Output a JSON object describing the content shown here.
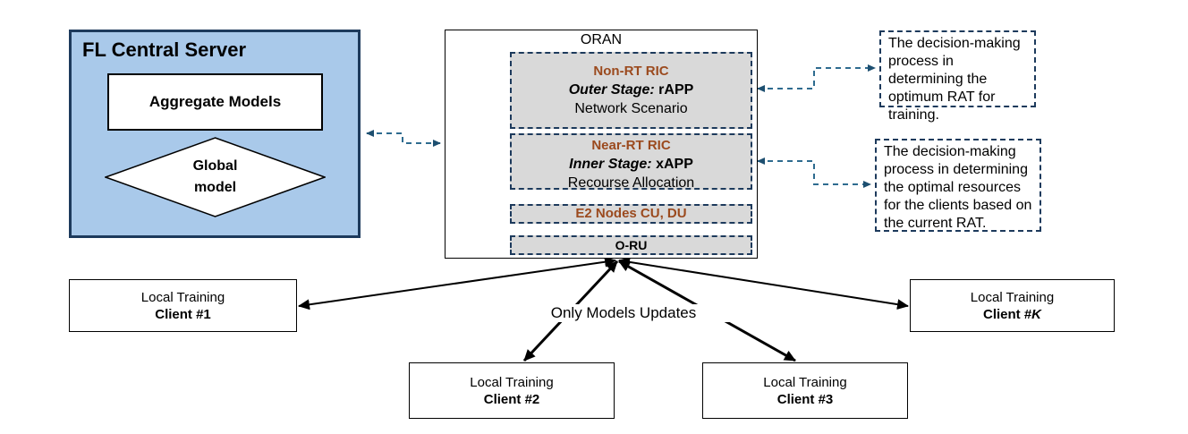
{
  "server": {
    "title": "FL Central Server",
    "aggregate": "Aggregate Models",
    "global_line1": "Global",
    "global_line2": "model"
  },
  "oran": {
    "title": "ORAN",
    "non_rt": {
      "name": "Non-RT RIC",
      "stage_label": "Outer Stage:",
      "app": "rAPP",
      "desc": "Network Scenario"
    },
    "near_rt": {
      "name": "Near-RT RIC",
      "stage_label": "Inner Stage:",
      "app": "xAPP",
      "desc": "Recourse Allocation"
    },
    "e2": "E2 Nodes CU, DU",
    "oru": "O-RU"
  },
  "notes": {
    "outer": "The decision-making process in determining the optimum RAT for training.",
    "inner": "The decision-making process in determining the optimal resources for the clients based on the current RAT."
  },
  "clients": {
    "heading": "Local Training",
    "c1": "Client #1",
    "c2": "Client #2",
    "c3": "Client #3",
    "ck_prefix": "Client #",
    "ck_var": "K"
  },
  "updates_label": "Only Models Updates",
  "colors": {
    "server_fill": "#a9c9ea",
    "dashed_link": "#2e6b8f",
    "e2_link": "#d9772f",
    "ric_text": "#9b4a1e",
    "box_fill": "#d9d9d9"
  }
}
